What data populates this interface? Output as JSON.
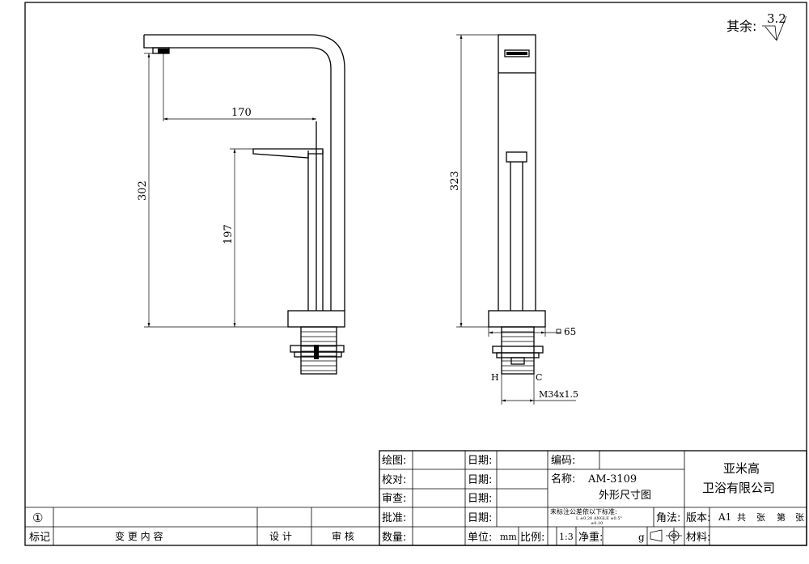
{
  "roughness": {
    "label": "其余:",
    "value": "3.2"
  },
  "front_view": {
    "dim_spout_reach": "170",
    "dim_total_height": "302",
    "dim_handle_height": "197"
  },
  "side_view": {
    "dim_height": "323",
    "dim_base": "65",
    "label_h": "H",
    "label_c": "C",
    "thread": "M34x1.5"
  },
  "title_block": {
    "drawn_label": "绘图:",
    "checked_label": "校对:",
    "reviewed_label": "审查:",
    "approved_label": "批准:",
    "quantity_label": "数量:",
    "date_label": "日期:",
    "unit_label": "单位:",
    "unit_value": "mm",
    "scale_label": "比例:",
    "scale_value": "1:3",
    "code_label": "编码:",
    "name_label": "名称:",
    "model": "AM-3109",
    "drawing_title": "外形尺寸图",
    "tolerance_note": "未标注公差依以下标准:",
    "tol_line1": "L      ±0.20  ANGLE  ±0.5°",
    "tol_line2": "±0.10",
    "net_weight_label": "净重:",
    "net_weight_unit": "g",
    "projection_label": "角法:",
    "version_label": "版本:",
    "version_value": "A1",
    "sheet_total": "共",
    "sheet_word": "张",
    "sheet_no": "第",
    "sheet_word2": "张",
    "material_label": "材料:",
    "company_line1": "亚米高",
    "company_line2": "卫浴有限公司"
  },
  "revision_block": {
    "revision_mark": "①",
    "col_mark": "标记",
    "col_change": "变 更 内 容",
    "col_design": "设 计",
    "col_review": "审 核"
  }
}
